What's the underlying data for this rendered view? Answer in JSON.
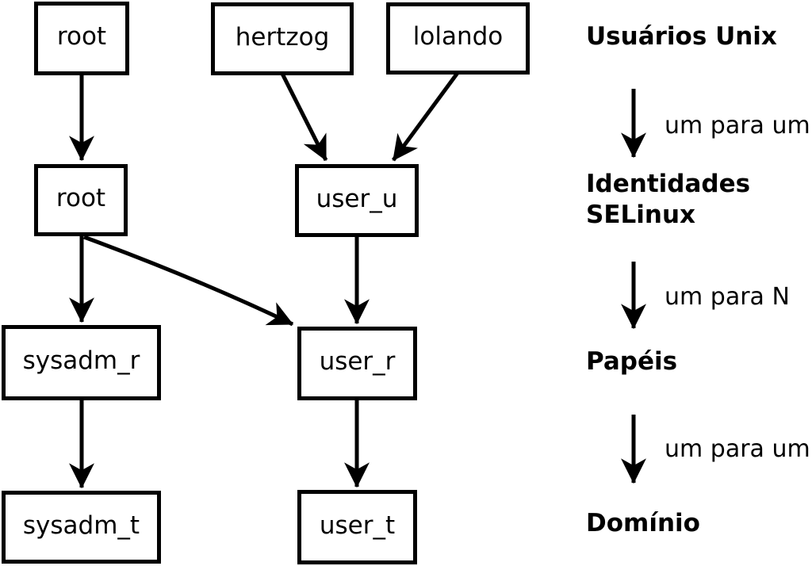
{
  "diagram": {
    "title_hint": "SELinux identity mapping diagram",
    "colors": {
      "line": "#000000",
      "box_fill": "#ffffff",
      "background": "#ffffff",
      "text": "#000000"
    },
    "boxes": [
      {
        "id": "root-unix",
        "label": "root"
      },
      {
        "id": "hertzog",
        "label": "hertzog"
      },
      {
        "id": "lolando",
        "label": "lolando"
      },
      {
        "id": "root-sel",
        "label": "root"
      },
      {
        "id": "user_u",
        "label": "user_u"
      },
      {
        "id": "sysadm_r",
        "label": "sysadm_r"
      },
      {
        "id": "user_r",
        "label": "user_r"
      },
      {
        "id": "sysadm_t",
        "label": "sysadm_t"
      },
      {
        "id": "user_t",
        "label": "user_t"
      }
    ],
    "edges": [
      {
        "from": "root-unix",
        "to": "root-sel"
      },
      {
        "from": "hertzog",
        "to": "user_u"
      },
      {
        "from": "lolando",
        "to": "user_u"
      },
      {
        "from": "root-sel",
        "to": "sysadm_r"
      },
      {
        "from": "root-sel",
        "to": "user_r"
      },
      {
        "from": "user_u",
        "to": "user_r"
      },
      {
        "from": "sysadm_r",
        "to": "sysadm_t"
      },
      {
        "from": "user_r",
        "to": "user_t"
      }
    ],
    "legend": {
      "level1": "Usuários Unix",
      "mapping1": "um para um",
      "level2_line1": "Identidades",
      "level2_line2": "SELinux",
      "mapping2": "um para N",
      "level3": "Papéis",
      "mapping3": "um para um",
      "level4": "Domínio"
    }
  }
}
